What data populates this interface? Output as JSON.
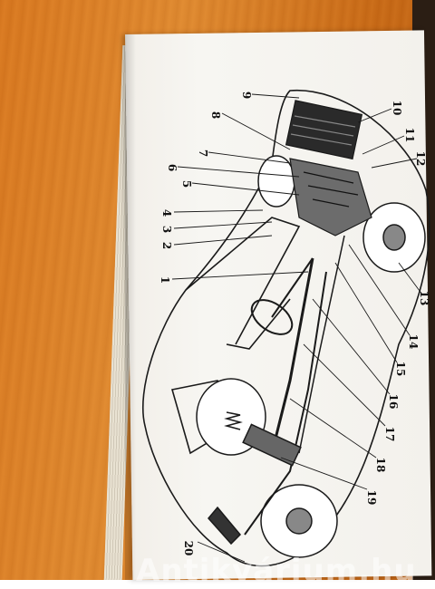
{
  "photo": {
    "subject": "book-page-car-chassis-diagram",
    "callouts": [
      "1",
      "2",
      "3",
      "4",
      "5",
      "6",
      "7",
      "8",
      "9",
      "10",
      "11",
      "12",
      "13",
      "14",
      "15",
      "16",
      "17",
      "18",
      "19",
      "20"
    ],
    "watermark": "Antikvárium.hu"
  },
  "colors": {
    "table": "#d9781f",
    "paper": "#f4f2ed",
    "ink": "#1a1a1a"
  }
}
